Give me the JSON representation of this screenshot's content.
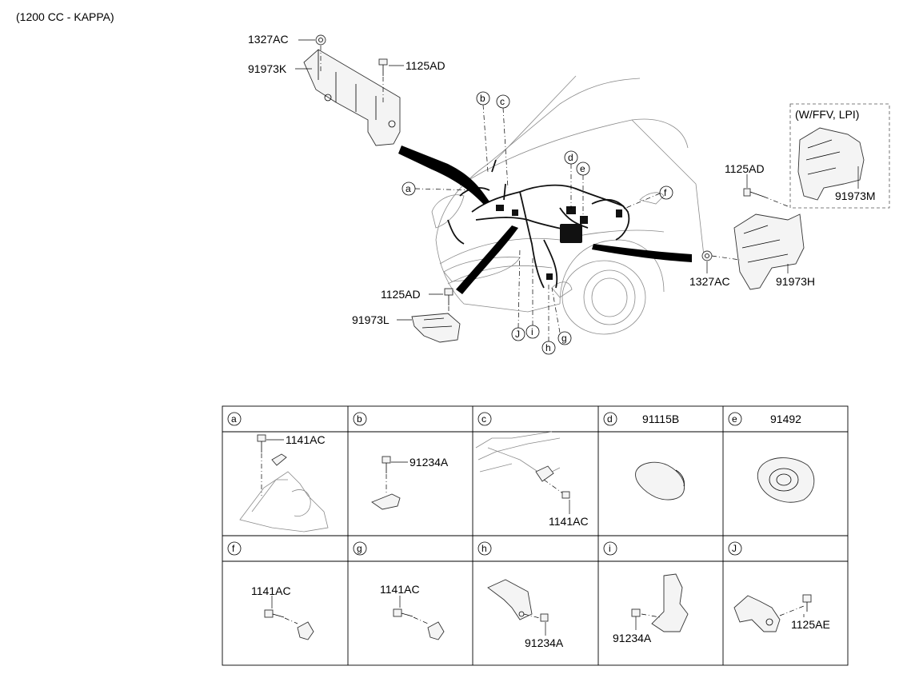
{
  "engine_spec": "(1200 CC - KAPPA)",
  "variant_box_label": "(W/FFV, LPI)",
  "main_callouts": {
    "p_1327AC_top": "1327AC",
    "p_91973K": "91973K",
    "p_1125AD_top": "1125AD",
    "p_1125AD_right": "1125AD",
    "p_91973M": "91973M",
    "p_1327AC_right": "1327AC",
    "p_91973H": "91973H",
    "p_1125AD_bottom": "1125AD",
    "p_91973L": "91973L"
  },
  "circle_labels": {
    "a": "a",
    "b": "b",
    "c": "c",
    "d": "d",
    "e": "e",
    "f": "f",
    "g": "g",
    "h": "h",
    "i": "i",
    "j": "J"
  },
  "detail_cells": [
    {
      "letter": "a",
      "header_part": "",
      "parts": [
        "1141AC"
      ]
    },
    {
      "letter": "b",
      "header_part": "",
      "parts": [
        "91234A"
      ]
    },
    {
      "letter": "c",
      "header_part": "",
      "parts": [
        "1141AC"
      ]
    },
    {
      "letter": "d",
      "header_part": "91115B",
      "parts": []
    },
    {
      "letter": "e",
      "header_part": "91492",
      "parts": []
    },
    {
      "letter": "f",
      "header_part": "",
      "parts": [
        "1141AC"
      ]
    },
    {
      "letter": "g",
      "header_part": "",
      "parts": [
        "1141AC"
      ]
    },
    {
      "letter": "h",
      "header_part": "",
      "parts": [
        "91234A"
      ]
    },
    {
      "letter": "i",
      "header_part": "",
      "parts": [
        "91234A"
      ]
    },
    {
      "letter": "J",
      "header_part": "",
      "parts": [
        "1125AE"
      ]
    }
  ]
}
